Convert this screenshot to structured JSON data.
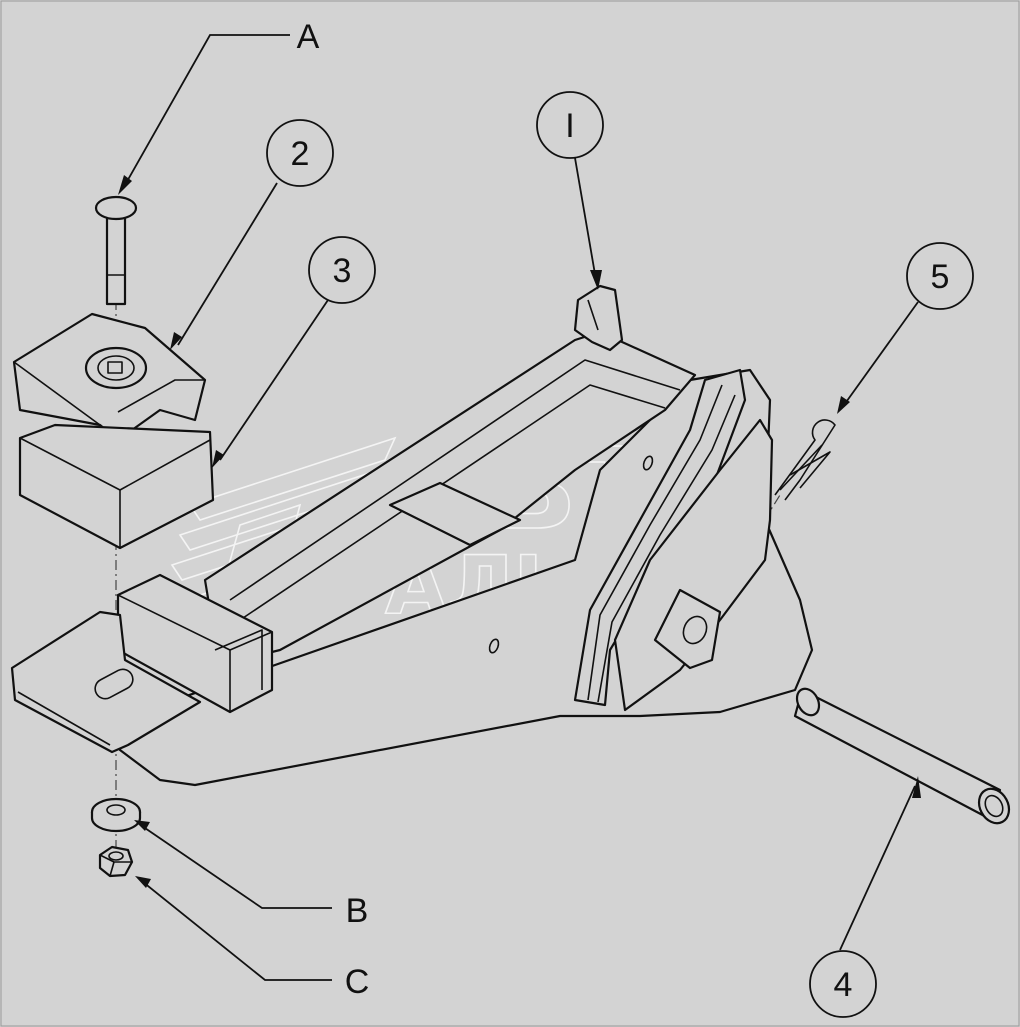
{
  "callouts": {
    "A": "A",
    "B": "B",
    "C": "C",
    "n1": "I",
    "n2": "2",
    "n3": "3",
    "n4": "4",
    "n5": "5"
  },
  "watermark": {
    "line1": "АВТО",
    "line2": "АЛЬЯНС"
  },
  "colors": {
    "background": "#d3d3d3",
    "line": "#111111",
    "watermark": "#ffffff"
  }
}
